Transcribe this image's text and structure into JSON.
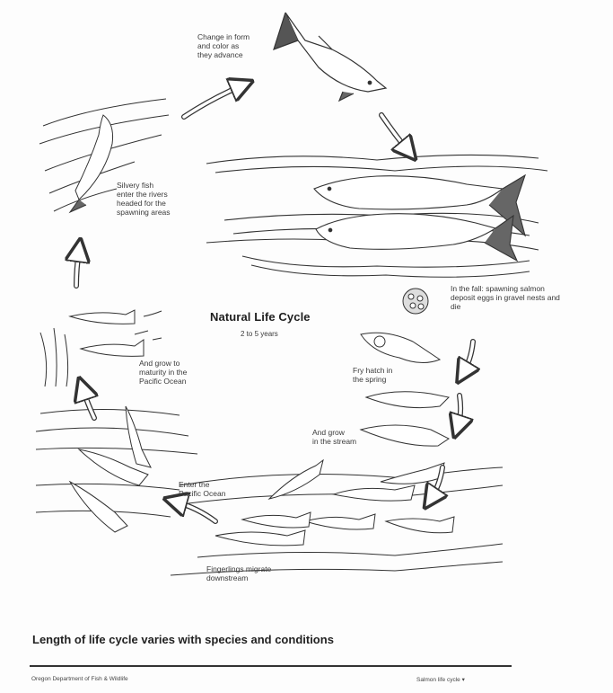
{
  "diagram": {
    "title": "Natural Life Cycle",
    "subtitle": "2 to 5 years",
    "stages": {
      "change_form": [
        "Change in form",
        "and color as",
        "they advance"
      ],
      "spawning": [
        "In the fall:  spawning salmon",
        "deposit eggs in gravel nests and",
        "die"
      ],
      "fry_hatch": [
        "Fry hatch in",
        "the spring"
      ],
      "grow_stream": [
        "And grow",
        "in the stream"
      ],
      "fingerlings": [
        "Fingerlings migrate",
        "downstream"
      ],
      "enter_ocean": [
        "Enter the",
        "Pacific Ocean"
      ],
      "maturity": [
        "And grow to",
        "maturity in the",
        "Pacific Ocean"
      ],
      "silvery_fish": [
        "Silvery fish",
        "enter the rivers",
        "headed for the",
        "spawning areas"
      ]
    }
  },
  "caption": "Length of life cycle varies with species and conditions",
  "footer": {
    "left": "Oregon Department of Fish & Wildlife",
    "right": "Salmon life cycle  ▾"
  },
  "colors": {
    "ink": "#2a2a2a",
    "background": "#fdfdfd"
  }
}
